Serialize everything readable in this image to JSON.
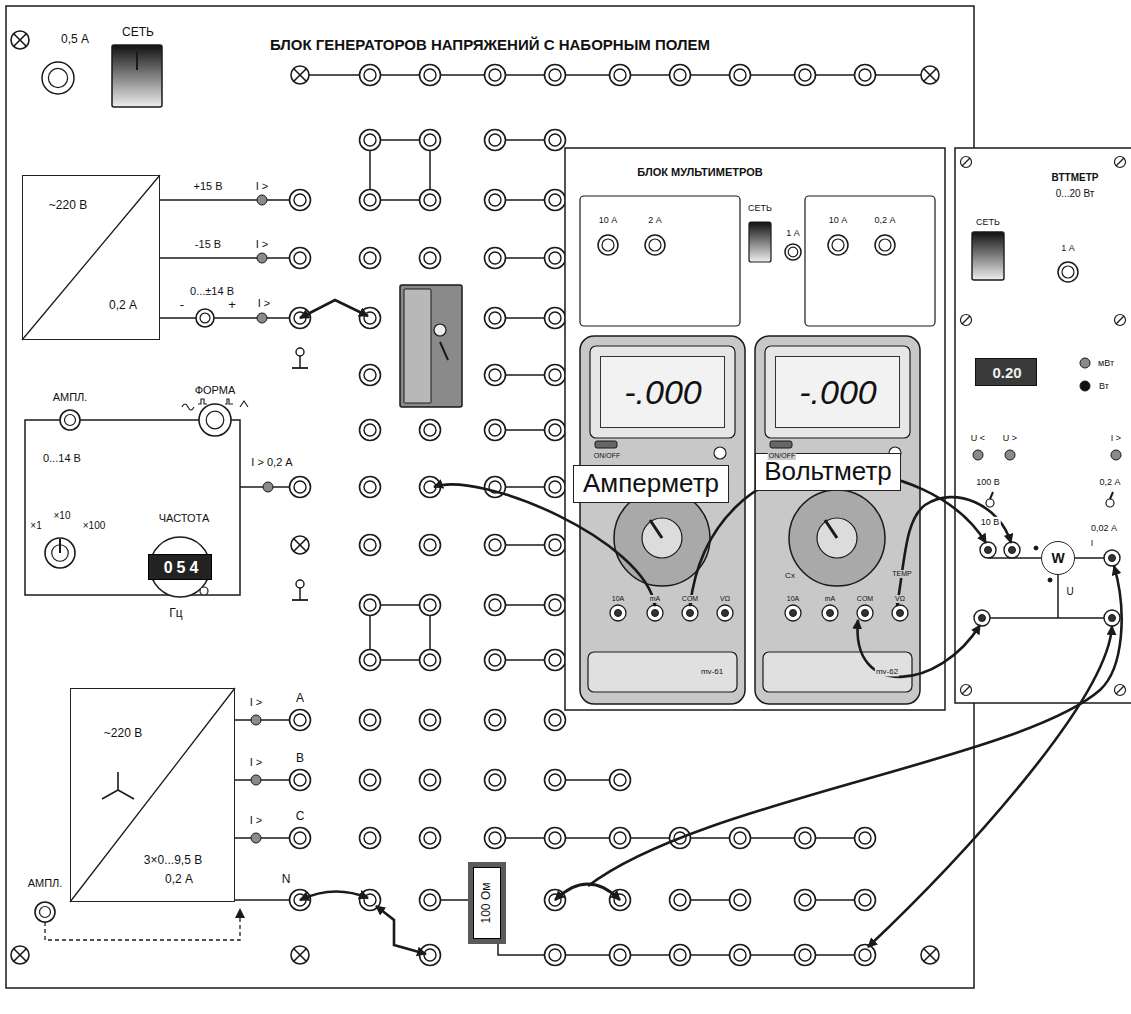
{
  "diagram": {
    "title": "БЛОК ГЕНЕРАТОРОВ НАПРЯЖЕНИЙ С НАБОРНЫМ ПОЛЕМ",
    "nodes": [
      {
        "text": [
          "БЛОК МУЛЬТИМЕТРОВ"
        ]
      },
      {
        "text": [
          "-.000"
        ],
        "in": 0
      },
      {
        "text": [
          "-.000"
        ],
        "in": 0
      },
      {
        "text": [
          "Амперметр"
        ],
        "in": 0
      },
      {
        "text": [
          "Вольтметр"
        ],
        "in": 0
      },
      {
        "text": [
          "ВТТМЕТР",
          "0...20 Вт"
        ]
      },
      {
        "text": [
          "0.20"
        ],
        "in": 5
      },
      {
        "text": [
          "W"
        ],
        "in": 5
      },
      {
        "text": [
          "~220 В",
          "0,2 А"
        ]
      },
      {
        "text": [
          "054"
        ]
      },
      {
        "text": [
          "~220 В",
          "3×0...9,5 В",
          "0,2 А"
        ]
      },
      {
        "text": [
          "100 Ом"
        ]
      }
    ],
    "labels": [
      "0,5 А",
      "СЕТЬ",
      "+15 В",
      "I >",
      "-15 В",
      "I >",
      "-",
      "0...±14 В",
      "+",
      "I >",
      "АМПЛ.",
      "ФОРМА",
      "0...14 В",
      "I > 0,2 А",
      "×1",
      "×10",
      "×100",
      "ЧАСТОТА",
      "Гц",
      "I >",
      "А",
      "I >",
      "В",
      "I >",
      "С",
      "N",
      "АМПЛ.",
      "10 А",
      "2 А",
      "СЕТЬ",
      "1 А",
      "10 А",
      "0,2 А",
      "ON/OFF",
      "10A",
      "mA",
      "COM",
      "VΩ",
      "mv-61",
      "ON/OFF",
      "Cx",
      "TEMP",
      "10A",
      "mA",
      "COM",
      "VΩ",
      "mv-62",
      "СЕТЬ",
      "1 А",
      "мВт",
      "Вт",
      "U <",
      "U >",
      "I >",
      "100 В",
      "10 В",
      "0,2 А",
      "0,02 А",
      "I",
      "U"
    ]
  }
}
